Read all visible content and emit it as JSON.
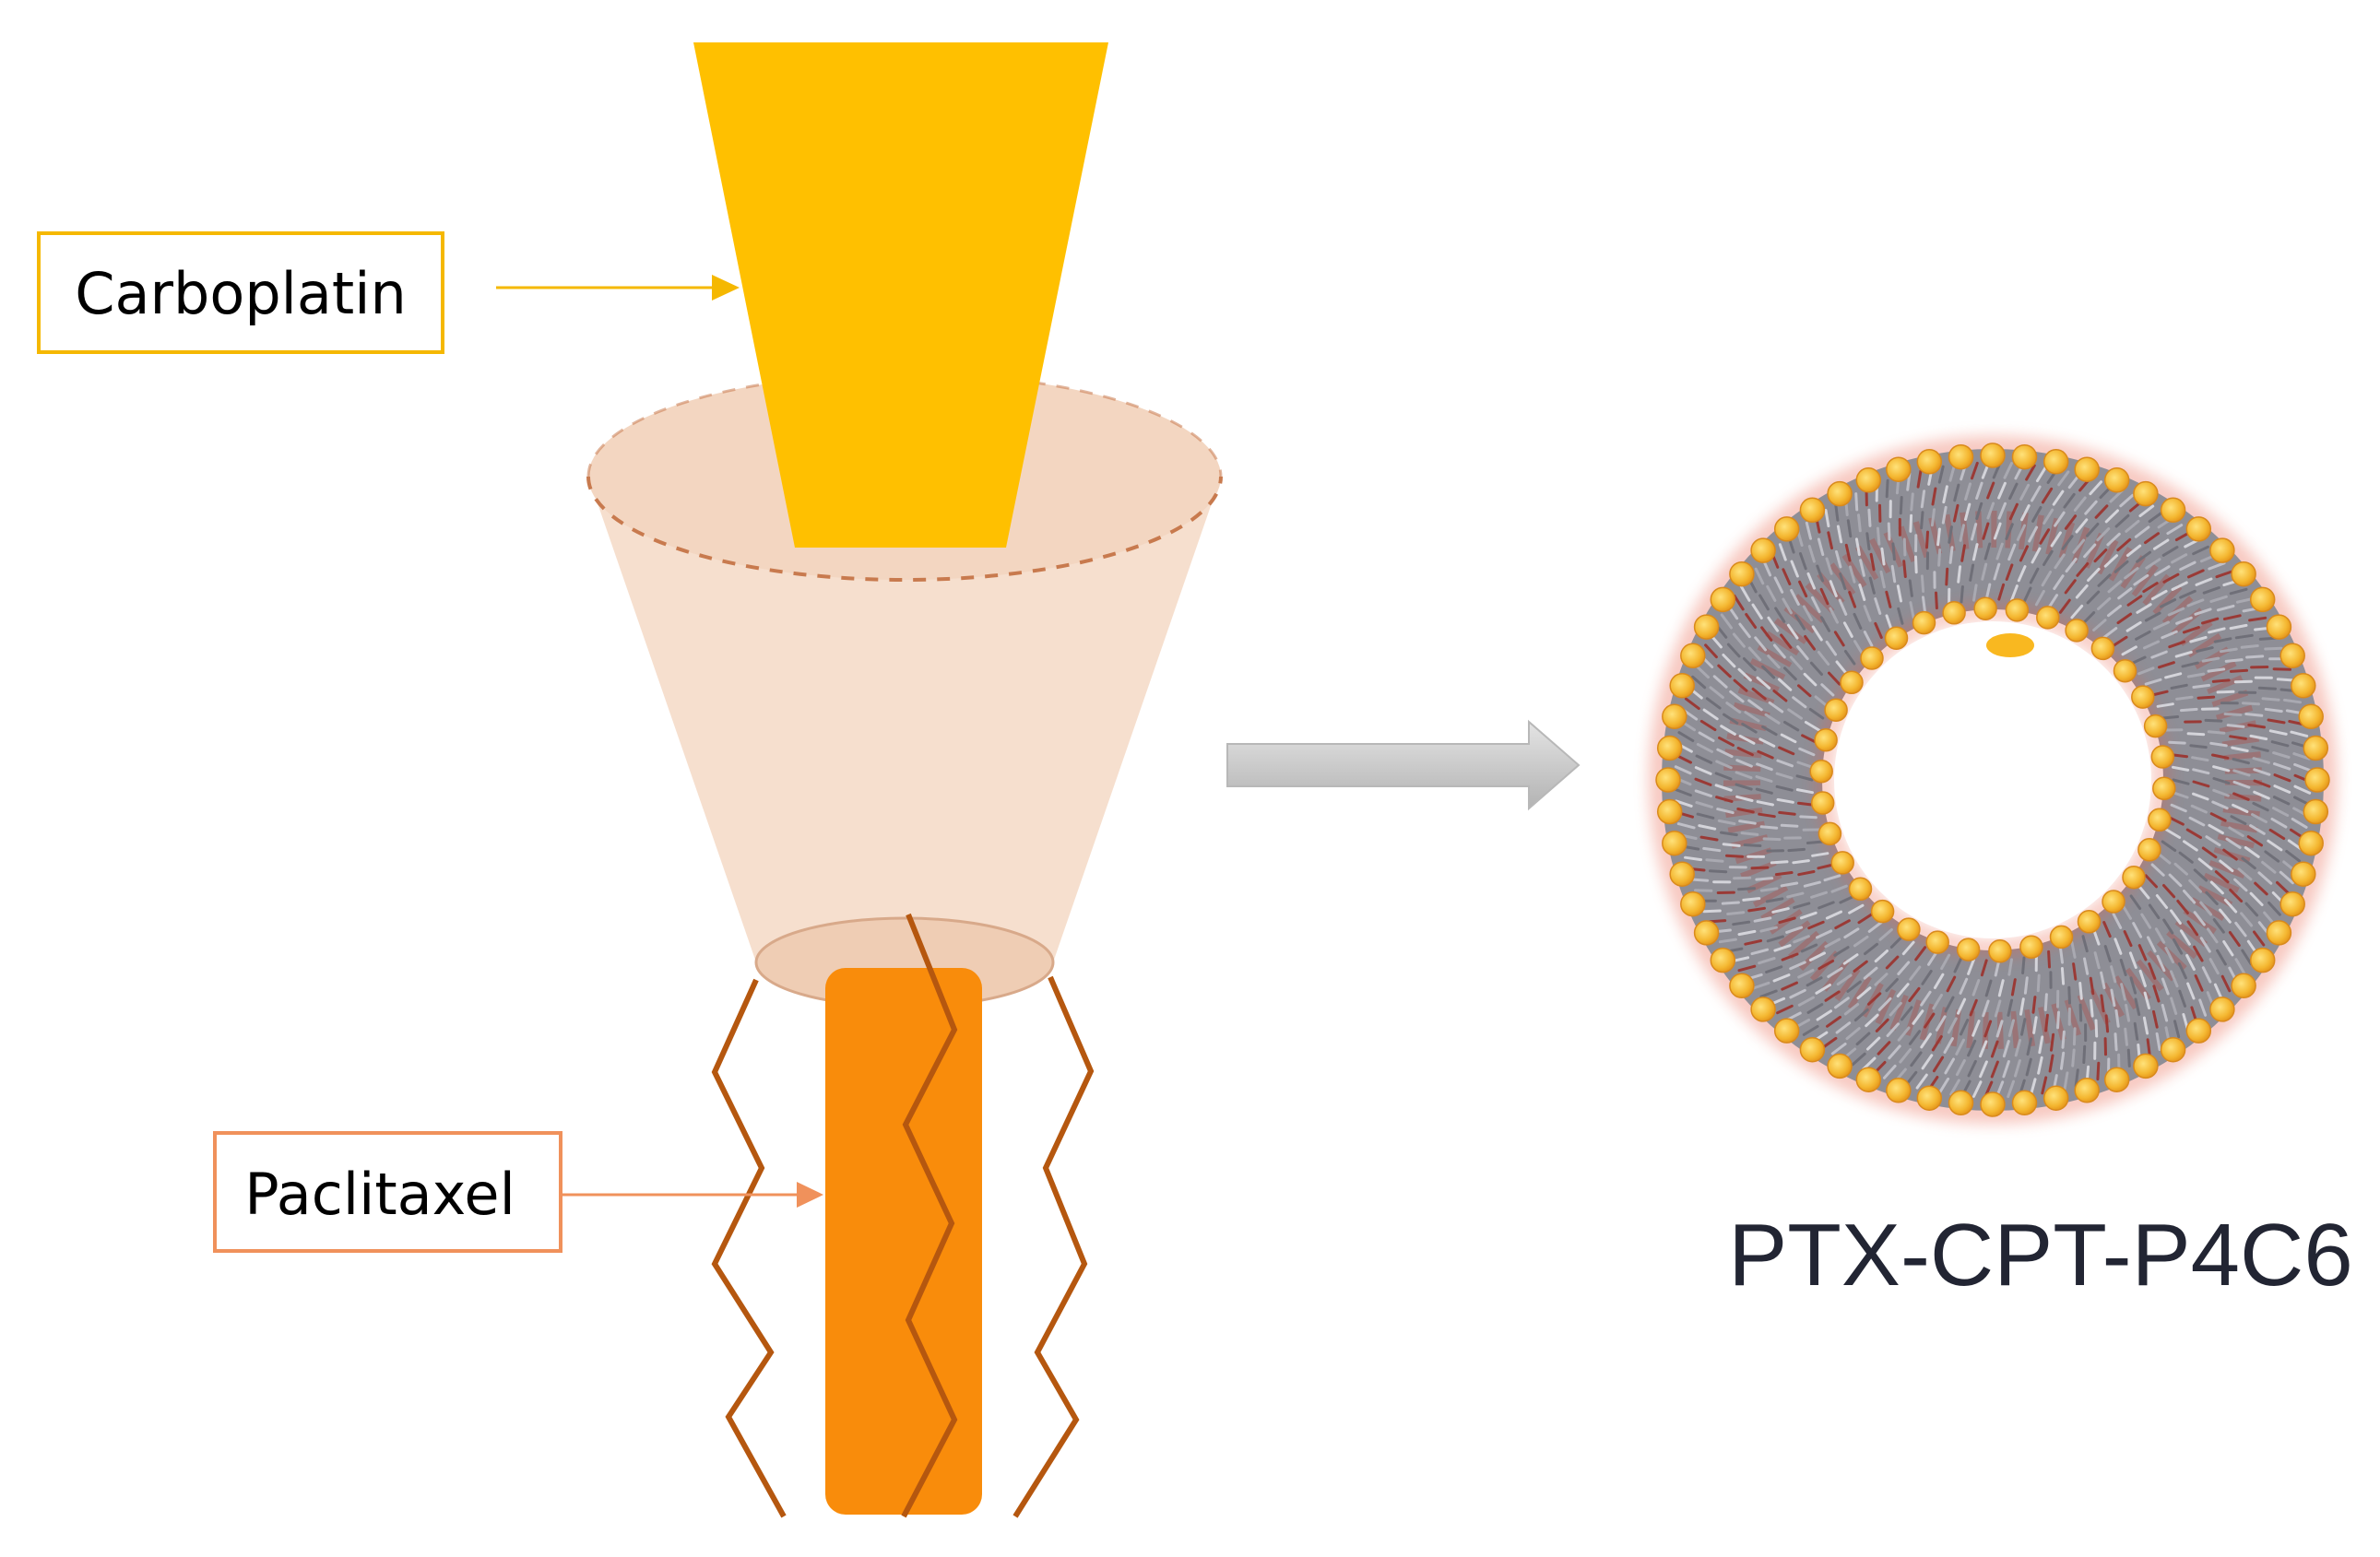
{
  "labels": {
    "carboplatin": "Carboplatin",
    "paclitaxel": "Paclitaxel",
    "product": "PTX-CPT-P4C6"
  },
  "colors": {
    "carboplatin": "#FFC000",
    "carboplatin_arrow": "#F5B800",
    "paclitaxel": "#F98C0B",
    "paclitaxel_arrow": "#F0915B",
    "cyclodextrin_body": "#F5DDCB",
    "cyclodextrin_edge": "#C87A4E",
    "lipid_chains": "#B5570F",
    "process_arrow": "#C9C9C9",
    "nanoparticle_shell": "#8E8E96",
    "head_group": "#F4B731",
    "head_group_glow": "#E8604A",
    "product_text": "#222533"
  },
  "icons": {
    "carboplatin_shape": "inverted-trapezoid",
    "cyclodextrin_shape": "truncated-cone",
    "paclitaxel_shape": "rounded-rod",
    "process_arrow": "right-arrow",
    "nanoparticle_shape": "hollow-ring-vesicle"
  }
}
